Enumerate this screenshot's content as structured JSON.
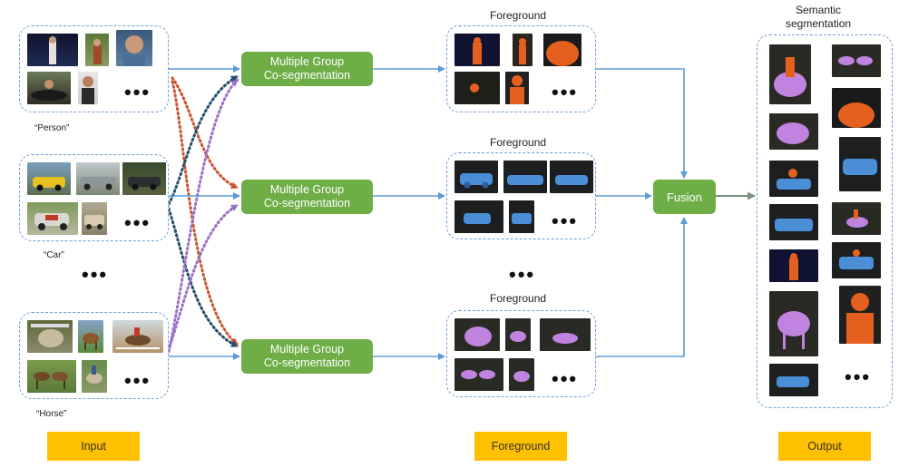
{
  "colors": {
    "arrow_blue": "#5b9bd5",
    "arrow_gray": "#7f8f7f",
    "dot_red": "#c9552f",
    "dot_navy": "#234e6e",
    "dot_purple": "#9b6fc8",
    "process_green": "#6fae47",
    "stage_yellow": "#ffc000",
    "group_border": "#6f9fd6"
  },
  "inputs": [
    {
      "label": "“Person”",
      "dots": "•••"
    },
    {
      "label": "“Car”",
      "dots": "•••"
    },
    {
      "label": "“Horse”",
      "dots": "•••"
    }
  ],
  "inputs_more": "•••",
  "processes": [
    {
      "line1": "Multiple Group",
      "line2": "Co-segmentation"
    },
    {
      "line1": "Multiple Group",
      "line2": "Co-segmentation"
    },
    {
      "line1": "Multiple Group",
      "line2": "Co-segmentation"
    }
  ],
  "foregrounds": [
    {
      "title": "Foreground",
      "dots": "•••"
    },
    {
      "title": "Foreground",
      "dots": "•••"
    },
    {
      "title": "Foreground",
      "dots": "•••"
    }
  ],
  "foregrounds_more": "•••",
  "fusion": {
    "label": "Fusion"
  },
  "output": {
    "title_line1": "Semantic",
    "title_line2": "segmentation",
    "dots": "•••"
  },
  "stages": {
    "input": "Input",
    "foreground": "Foreground",
    "output": "Output"
  }
}
